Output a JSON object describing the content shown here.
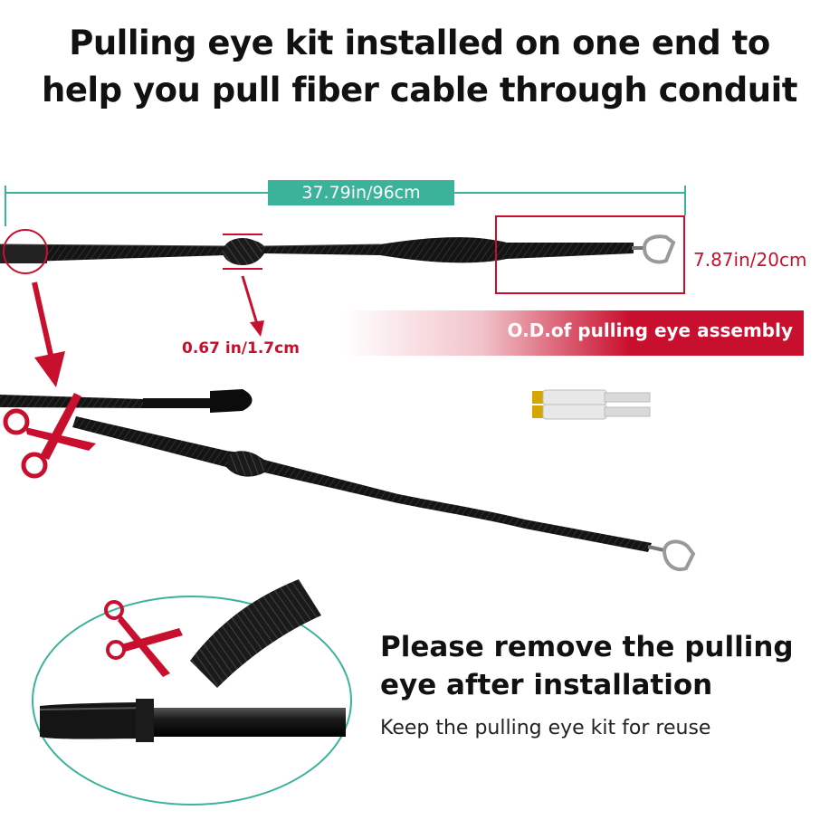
{
  "headline": {
    "line1": "Pulling eye kit installed on one end to",
    "line2": "help you pull fiber cable through conduit"
  },
  "dimensions": {
    "total_length": "37.79in/96cm",
    "pulling_eye_length": "7.87in/20cm",
    "od_value": "0.67 in/1.7cm"
  },
  "banner": {
    "text": "O.D.of pulling eye assembly"
  },
  "instructions": {
    "title_line1": "Please remove the pulling",
    "title_line2": "eye after installation",
    "subtitle": "Keep the pulling eye kit for reuse"
  },
  "colors": {
    "accent_red": "#c8102e",
    "dimension_teal": "#3bb39a",
    "cable_black": "#111111"
  },
  "icons": [
    "scissors-icon",
    "arrow-down-icon",
    "pulling-eye-hook-icon",
    "lc-connector-icon"
  ]
}
